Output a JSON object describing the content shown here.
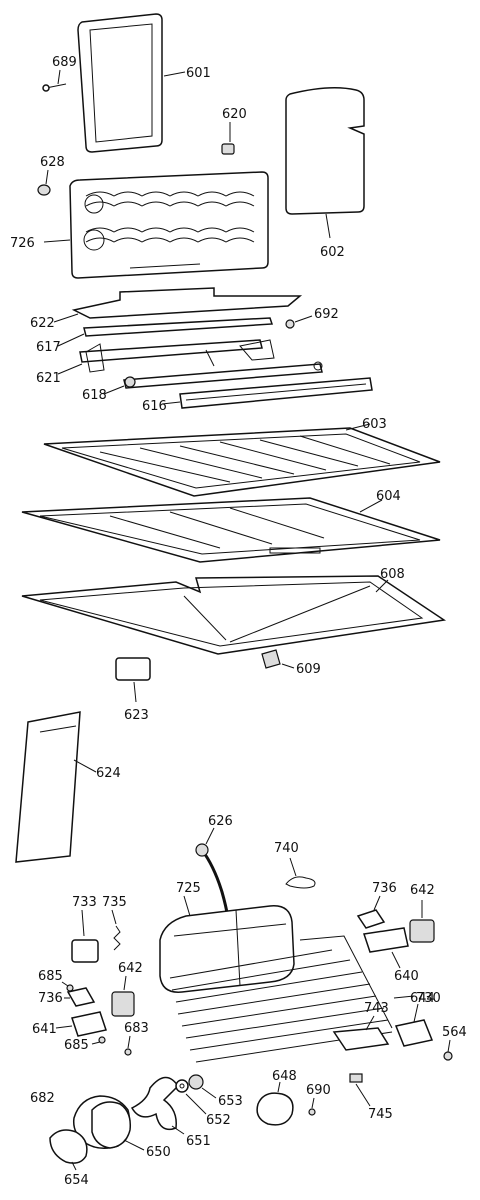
{
  "labels": {
    "p601": "601",
    "p689": "689",
    "p620": "620",
    "p602": "602",
    "p628": "628",
    "p726": "726",
    "p622": "622",
    "p692": "692",
    "p617": "617",
    "p621": "621",
    "p618": "618",
    "p616": "616",
    "p603": "603",
    "p604": "604",
    "p608": "608",
    "p609": "609",
    "p623": "623",
    "p624": "624",
    "p626": "626",
    "p740": "740",
    "p725": "725",
    "p736a": "736",
    "p642a": "642",
    "p733": "733",
    "p735": "735",
    "p640": "640",
    "p685a": "685",
    "p736b": "736",
    "p642b": "642",
    "p730": "730",
    "p641": "641",
    "p683": "683",
    "p743": "743",
    "p644": "644",
    "p564": "564",
    "p685b": "685",
    "p682": "682",
    "p653": "653",
    "p648": "648",
    "p690": "690",
    "p652": "652",
    "p745": "745",
    "p650": "650",
    "p651": "651",
    "p654": "654"
  }
}
